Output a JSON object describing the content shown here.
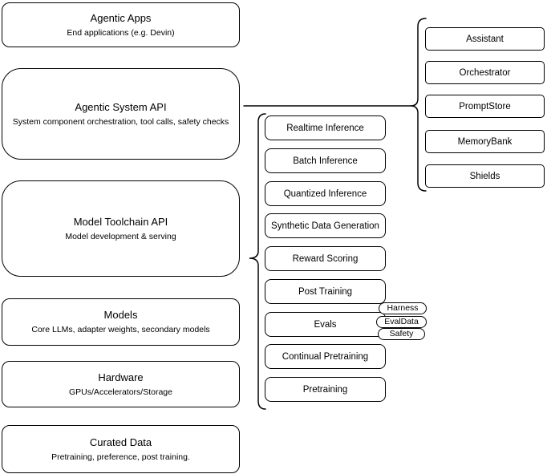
{
  "diagram": {
    "colors": {
      "stroke": "#000000",
      "background": "#ffffff",
      "text": "#000000"
    },
    "stack": [
      {
        "title": "Agentic Apps",
        "subtitle": "End applications (e.g. Devin)"
      },
      {
        "title": "Agentic System API",
        "subtitle": "System component orchestration, tool calls, safety checks"
      },
      {
        "title": "Model Toolchain API",
        "subtitle": "Model development & serving"
      },
      {
        "title": "Models",
        "subtitle": "Core LLMs, adapter weights, secondary models"
      },
      {
        "title": "Hardware",
        "subtitle": "GPUs/Accelerators/Storage"
      },
      {
        "title": "Curated Data",
        "subtitle": "Pretraining, preference, post training."
      }
    ],
    "toolchain_items": [
      "Realtime Inference",
      "Batch Inference",
      "Quantized Inference",
      "Synthetic Data Generation",
      "Reward Scoring",
      "Post Training",
      "Evals",
      "Continual Pretraining",
      "Pretraining"
    ],
    "eval_tags": [
      "Harness",
      "EvalData",
      "Safety"
    ],
    "system_components": [
      "Assistant",
      "Orchestrator",
      "PromptStore",
      "MemoryBank",
      "Shields"
    ]
  }
}
